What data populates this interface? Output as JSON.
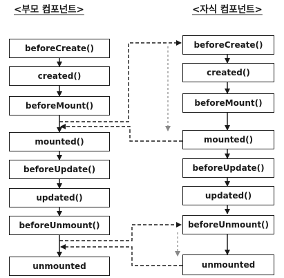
{
  "headings": {
    "parent": "<부모 컴포넌트>",
    "child": "<자식 컴포넌트>"
  },
  "parent_hooks": [
    "beforeCreate()",
    "created()",
    "beforeMount()",
    "mounted()",
    "beforeUpdate()",
    "updated()",
    "beforeUnmount()",
    "unmounted"
  ],
  "child_hooks": [
    "beforeCreate()",
    "created()",
    "beforeMount()",
    "mounted()",
    "beforeUpdate()",
    "updated()",
    "beforeUnmount()",
    "unmounted"
  ],
  "colors": {
    "ink": "#1a1a1a",
    "hint_arrow": "#888888"
  }
}
